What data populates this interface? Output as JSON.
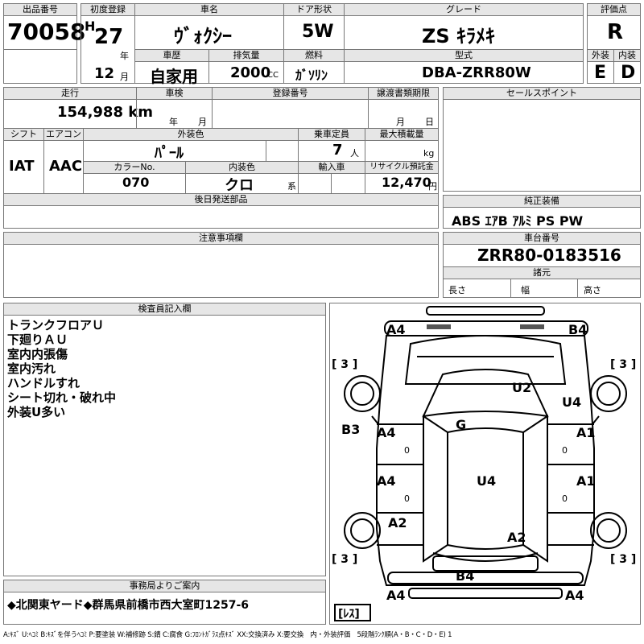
{
  "top": {
    "lot_no_label": "出品番号",
    "lot_no": "70058",
    "first_reg_label": "初度登録",
    "era": "H",
    "reg_year": "27",
    "year_unit": "年",
    "reg_month": "12",
    "month_unit": "月",
    "car_name_label": "車名",
    "car_name": "ｳﾞｫｸｼｰ",
    "history_label": "車歴",
    "history": "自家用",
    "displacement_label": "排気量",
    "displacement": "2000",
    "cc": "CC",
    "door_label": "ドア形状",
    "door": "5W",
    "fuel_label": "燃料",
    "fuel": "ｶﾞｿﾘﾝ",
    "grade_label": "グレード",
    "grade": "ZS ｷﾗﾒｷ",
    "model_label": "型式",
    "model": "DBA-ZRR80W",
    "score_label": "評価点",
    "score": "R",
    "ext_label": "外装",
    "ext_score": "E",
    "int_label": "内装",
    "int_score": "D"
  },
  "mid": {
    "mileage_label": "走行",
    "mileage": "154,988 km",
    "inspection_label": "車検",
    "insp_year": "年",
    "insp_month": "月",
    "plate_label": "登録番号",
    "doc_label": "譲渡書類期限",
    "doc_month": "月",
    "doc_day": "日",
    "sales_label": "セールスポイント",
    "shift_label": "シフト",
    "shift": "IAT",
    "ac_label": "エアコン",
    "ac": "AAC",
    "color_label": "外装色",
    "color": "ﾊﾟｰﾙ",
    "capacity_label": "乗車定員",
    "capacity": "7",
    "capacity_unit": "人",
    "load_label": "最大積載量",
    "load_unit": "kg",
    "color_no_label": "カラーNo.",
    "color_no": "070",
    "interior_label": "内装色",
    "interior": "クロ",
    "interior_unit": "系",
    "import_label": "輸入車",
    "recycle_label": "リサイクル預託金",
    "recycle": "12,470",
    "recycle_unit": "円",
    "later_label": "後日発送部品",
    "equip_label": "純正装備",
    "equip": "ABS ｴｱB ｱﾙﾐ PS PW",
    "notes_label": "注意事項欄",
    "chassis_label": "車台番号",
    "chassis": "ZRR80-0183516",
    "spec_label": "諸元",
    "len_label": "長さ",
    "width_label": "幅",
    "height_label": "高さ"
  },
  "inspector": {
    "label": "検査員記入欄",
    "lines": [
      "トランクフロアＵ",
      "下廻りＡＵ",
      "室内内張傷",
      "室内汚れ",
      "ハンドルすれ",
      "シート切れ・破れ中",
      "外装U多い"
    ]
  },
  "office": {
    "label": "事務局よりご案内",
    "text": "◆北関東ヤード◆群馬県前橋市西大室町1257-6"
  },
  "diagram": {
    "marks": {
      "front_left": "A4",
      "front_right": "B4",
      "windshield": "U2",
      "hood_right": "U4",
      "left_fender": "B3",
      "roof": "G",
      "left_front_door": "A4",
      "right_front_door": "A1",
      "left_rear_door": "A4",
      "right_rear_door": "A1",
      "center": "U4",
      "left_rear_quarter": "A2",
      "rear_glass": "A2",
      "back_door": "B4",
      "rear_left": "A4",
      "rear_right": "A4"
    },
    "tire_tl": "[ 3 ]",
    "tire_tr": "[ 3 ]",
    "tire_bl": "[ 3 ]",
    "tire_br": "[ 3 ]",
    "spare": "[ﾚｽ]",
    "zero": "0"
  },
  "legend": "A:ｷｽﾞ U:ﾍｺﾐ B:ｷｽﾞを伴うﾍｺﾐ P:要塗装 W:補修跡 S:錆 C:腐食 G:ﾌﾛﾝﾄｶﾞﾗｽ点ｷｽﾞ XX:交換済み X:要交換　内・外装評価　5段階ﾗﾝｸ順(A・B・C・D・E) 1"
}
